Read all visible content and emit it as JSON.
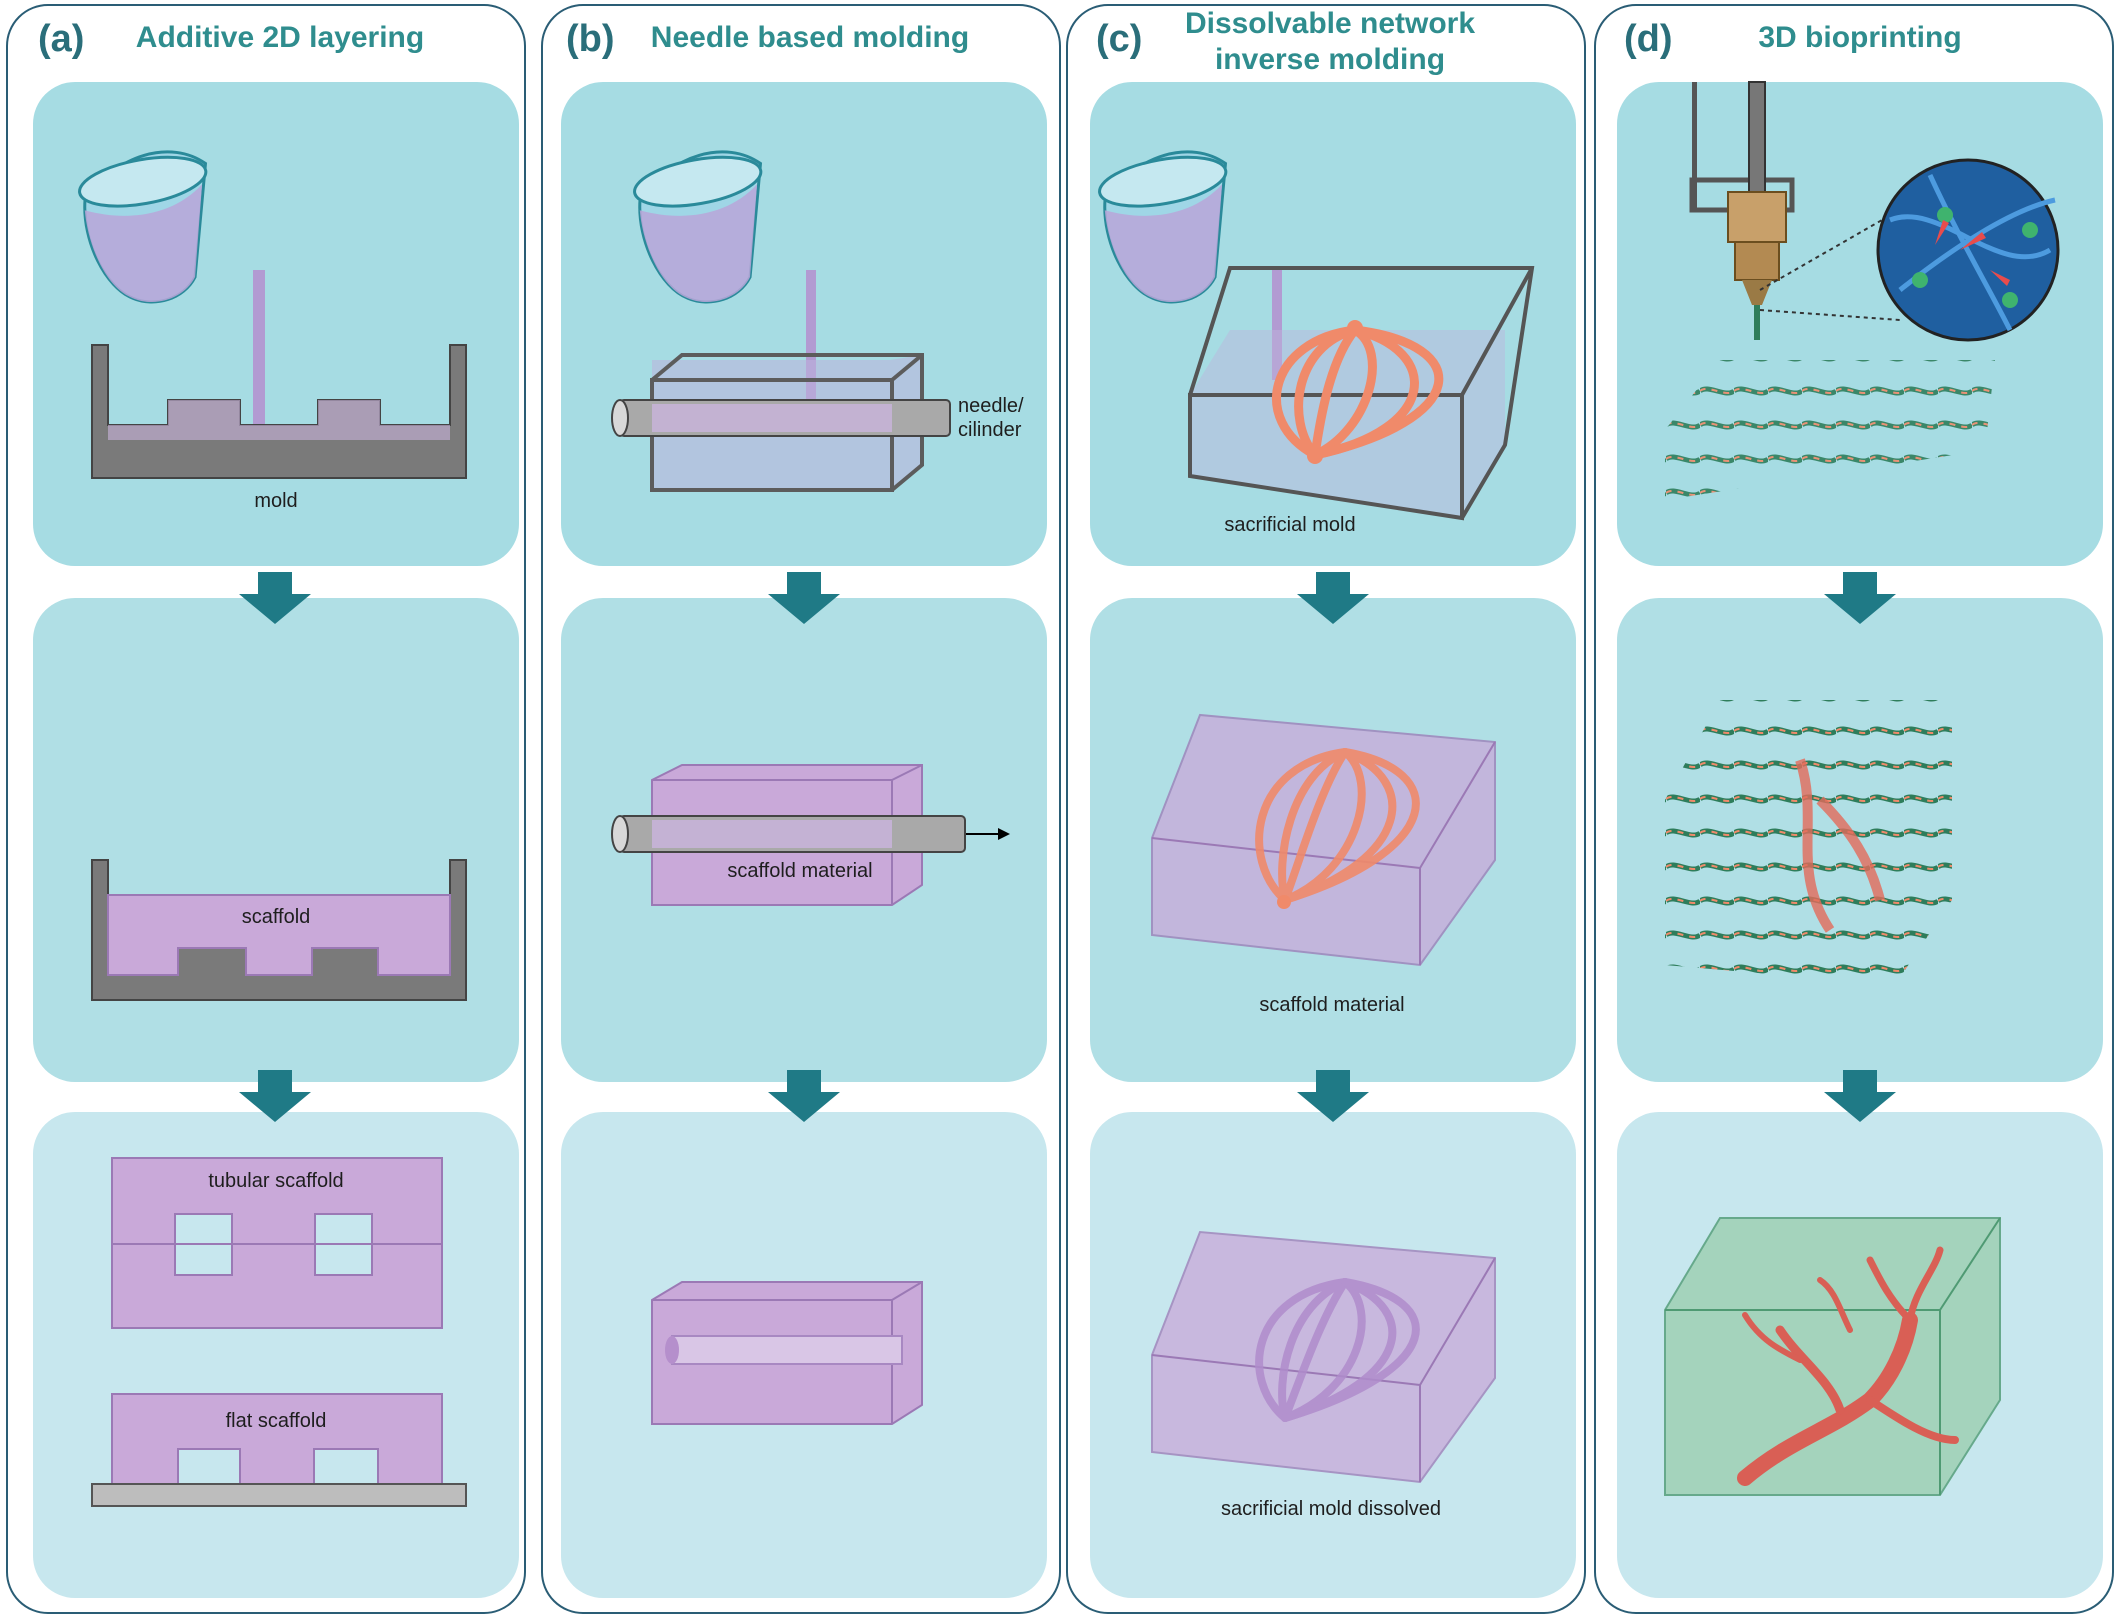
{
  "columns": [
    {
      "letter": "(a)",
      "title": "Additive 2D layering",
      "labels": {
        "mold": "mold",
        "scaffold": "scaffold",
        "tubular": "tubular scaffold",
        "flat": "flat scaffold"
      }
    },
    {
      "letter": "(b)",
      "title": "Needle based molding",
      "labels": {
        "needle": "needle/\ncilinder",
        "material": "scaffold material"
      }
    },
    {
      "letter": "(c)",
      "title": "Dissolvable network\ninverse molding",
      "labels": {
        "sacrificial": "sacrificial mold",
        "material": "scaffold material",
        "dissolved": "sacrificial mold dissolved"
      }
    },
    {
      "letter": "(d)",
      "title": "3D bioprinting",
      "labels": {}
    }
  ],
  "colors": {
    "border": "#2a5d75",
    "title": "#2f8d8e",
    "arrow": "#1f7a86",
    "panel_top": "#a6dce3",
    "panel_mid": "#b0dfe5",
    "panel_bottom": "#c7e7ee",
    "mold": "#7a7a7a",
    "purple": "#c9a9d9",
    "orange": "#f08a6a",
    "green": "#3aa36f",
    "vessel": "#d95f55"
  }
}
